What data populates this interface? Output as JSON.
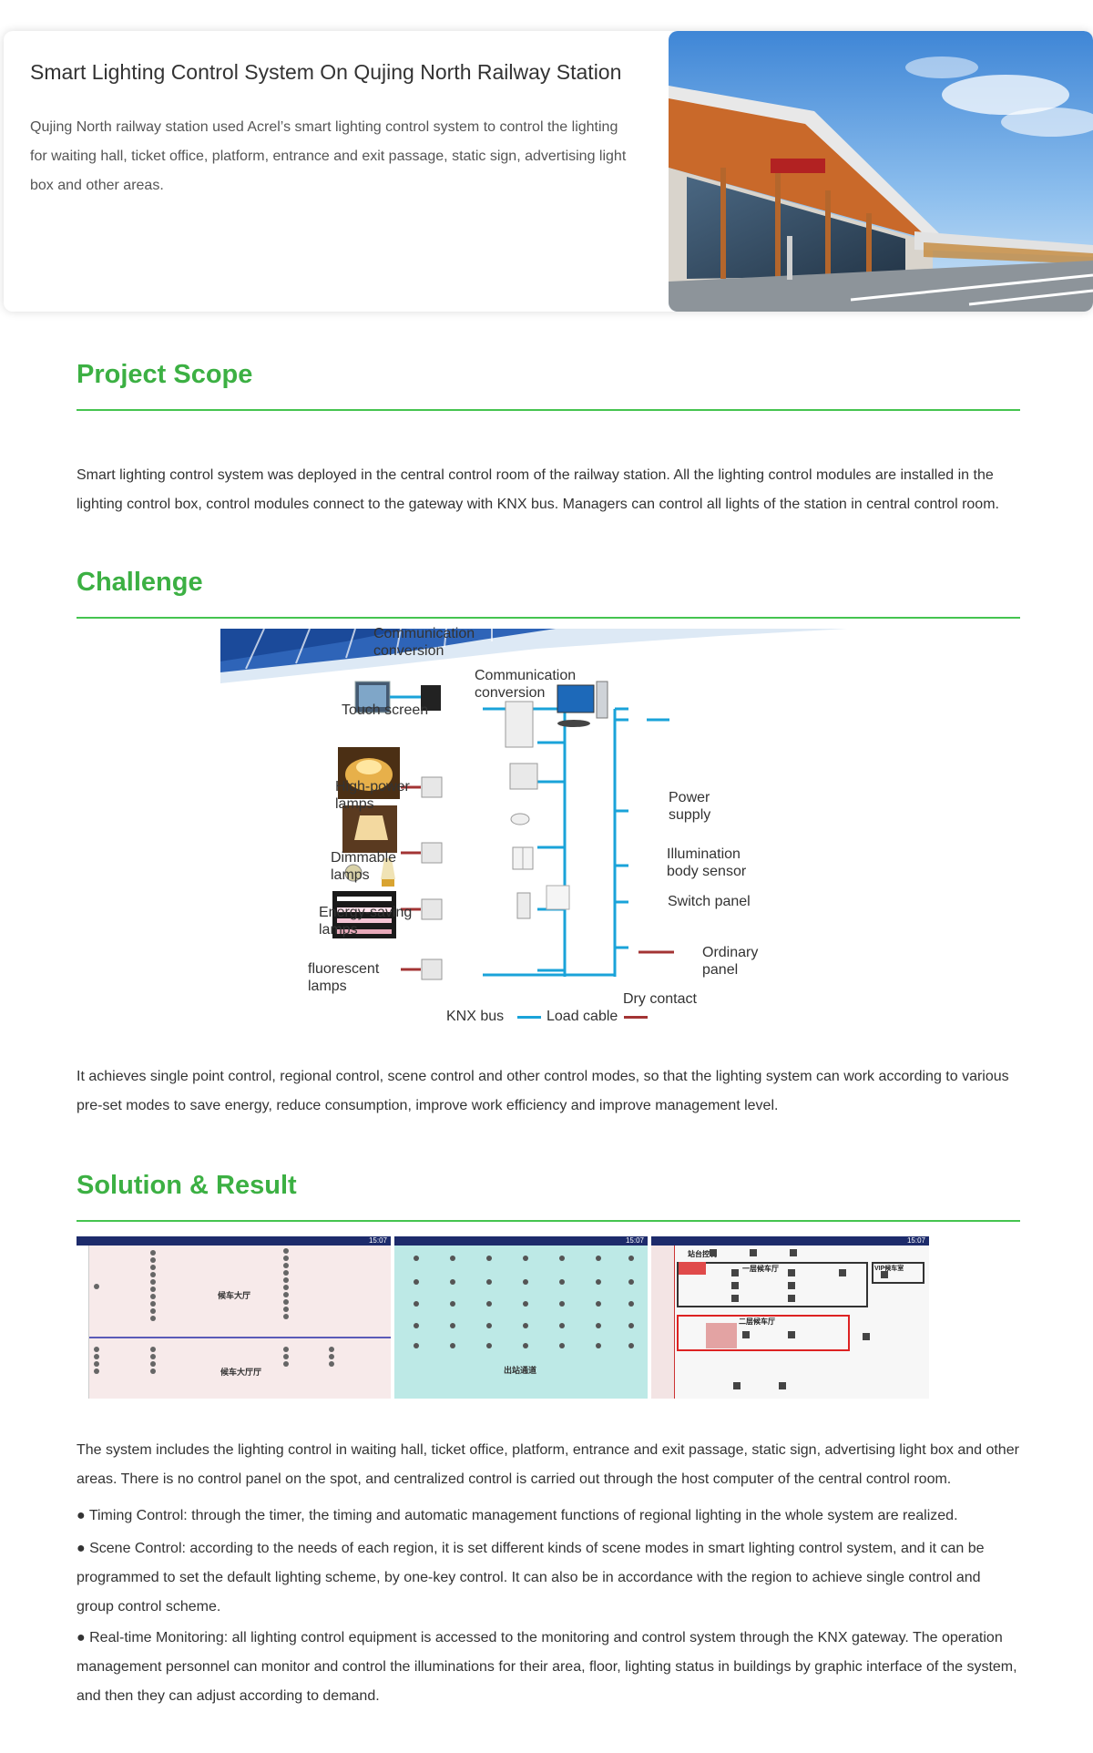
{
  "hero": {
    "title": "Smart Lighting Control System On Qujing North Railway Station",
    "desc_line1": "Qujing North railway station used Acrel’s smart lighting control system to control the lighting",
    "desc_line2": "for waiting hall, ticket office, platform, entrance and exit passage, static sign, advertising light",
    "desc_line3": "box and other areas."
  },
  "scope": {
    "title": "Project Scope",
    "line1": "Smart lighting control system was deployed in the central control room of the railway station. All the lighting control modules are installed in the",
    "line2": "lighting control box, control modules connect to the gateway with KNX bus. Managers can control all lights of the station in central control room."
  },
  "challenge": {
    "title": "Challenge",
    "diagram": {
      "comm_left_1": "Communication",
      "comm_left_2": "conversion",
      "comm_right_1": "Communication",
      "comm_right_2": "conversion",
      "touch_screen": "Touch screen",
      "high_power_1": "High-power",
      "high_power_2": "lamps",
      "dimmable_1": "Dimmable",
      "dimmable_2": "lamps",
      "energy_1": "Energy-saving",
      "energy_2": "lamps",
      "fluor_1": "fluorescent",
      "fluor_2": "lamps",
      "power_1": "Power",
      "power_2": "supply",
      "illum_1": "Illumination",
      "illum_2": "body sensor",
      "switch_panel": "Switch panel",
      "ordinary_1": "Ordinary",
      "ordinary_2": "panel",
      "dry_contact": "Dry contact",
      "knx_bus": "KNX bus",
      "load_cable": "Load cable",
      "knx_color": "#1aa3d9",
      "load_color": "#a33434"
    },
    "line1": "It achieves single point control, regional control, scene control and other control modes, so that the lighting system can work according to various",
    "line2": "pre-set modes to save energy, reduce consumption, improve work efficiency and improve management level."
  },
  "solution": {
    "title": "Solution & Result",
    "screen1": {
      "hall": "候车大厅",
      "hall2": "候车大厅厅",
      "time": "15:07"
    },
    "screen2": {
      "exit": "出站通道",
      "time": "15:07"
    },
    "screen3": {
      "platform": "站台控制",
      "floor1": "一层候车厅",
      "floor2": "二层候车厅",
      "vip": "VIP候车室",
      "time": "15:07"
    },
    "p1_line1": "The system includes the lighting control in waiting hall, ticket office, platform, entrance and exit passage, static sign, advertising light box and other",
    "p1_line2": "areas. There is no control panel on the spot, and centralized control is carried out through the host computer of the central control room.",
    "b1": "● Timing Control: through the timer, the timing and automatic management functions of regional lighting in the whole system are realized.",
    "b2_line1": "● Scene Control: according to the needs of each region, it is set different kinds of scene modes in smart lighting control system, and it can be",
    "b2_line2": "programmed to set the default lighting scheme, by one-key control. It can also be in accordance with the region to achieve single control and",
    "b2_line3": "group control scheme.",
    "b3_line1": "● Real-time Monitoring: all lighting control equipment is accessed to the monitoring and control system through the KNX gateway. The operation",
    "b3_line2": "management personnel can monitor and control the illuminations for their area, floor, lighting status in buildings by graphic interface of the system,",
    "b3_line3": "and then they can adjust according to demand."
  }
}
